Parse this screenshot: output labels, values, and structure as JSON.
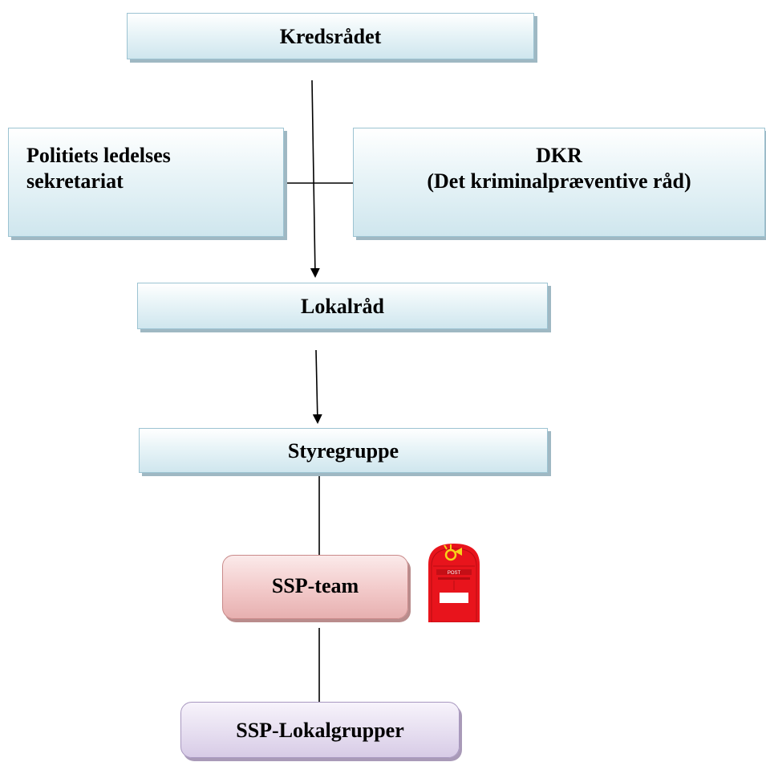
{
  "boxes": {
    "kredsraadet": "Kredsrådet",
    "politiets_line1": "Politiets ledelses",
    "politiets_line2": "sekretariat",
    "dkr_line1": "DKR",
    "dkr_line2": "(Det kriminalpræventive råd)",
    "lokalraad": "Lokalråd",
    "styregruppe": "Styregruppe",
    "ssp_team": "SSP-team",
    "ssp_lokalgrupper": "SSP-Lokalgrupper"
  },
  "postbox": {
    "label": "POST",
    "icon": "postbox-icon",
    "color": "#e8141c"
  }
}
